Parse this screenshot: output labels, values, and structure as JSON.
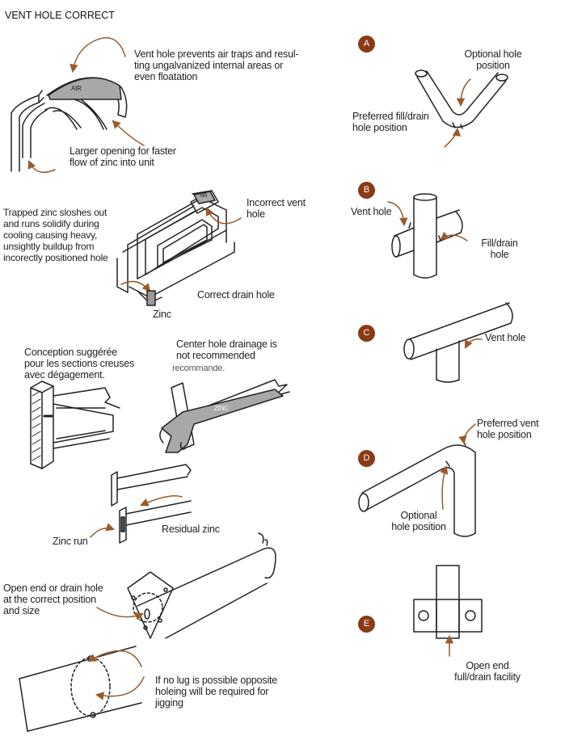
{
  "title": "VENT HOLE CORRECT",
  "colors": {
    "arrow": "#9a5a2a",
    "badge": "#8a3a14",
    "fill": "#a8a8a8",
    "line": "#222222"
  },
  "left": {
    "air_label": "AIR",
    "air_note": "Vent hole prevents air traps and resul-\nting ungalvanized internal areas or\neven floatation",
    "larger_opening": "Larger opening for faster\nflow of zinc into unit",
    "trapped_zinc": "Trapped zinc sloshes out\nand runs solidify during\ncooling causing heavy,\nunsightly buildup from\nincorectly positioned hole",
    "box_air": "AIR",
    "incorrect_vent": "Incorrect vent\nhole",
    "correct_drain": "Correct drain hole",
    "zinc_small": "Zinc",
    "conception": "Conception suggérée\npour les sections creuses\navec dégagement.",
    "center_hole": "Center hole drainage is\nnot recommended",
    "recommande": "recommandé.",
    "zinc_label": "ZINC",
    "zinc_run": "Zinc run",
    "residual_zinc": "Residual zinc",
    "open_end": "Open end or drain hole\nat the correct position\nand size",
    "no_lug": "If no lug is possible opposite\nholeing will be required for\njigging"
  },
  "right": {
    "a": {
      "badge": "A",
      "optional": "Optional hole\nposition",
      "preferred": "Preferred fill/drain\nhole position"
    },
    "b": {
      "badge": "B",
      "vent": "Vent hole",
      "fill": "Fill/drain\nhole"
    },
    "c": {
      "badge": "C",
      "vent": "Vent hole"
    },
    "d": {
      "badge": "D",
      "preferred": "Preferred vent\nhole position",
      "optional": "Optional\nhole position"
    },
    "e": {
      "badge": "E",
      "open_end": "Open end\nfull/drain facility"
    }
  }
}
